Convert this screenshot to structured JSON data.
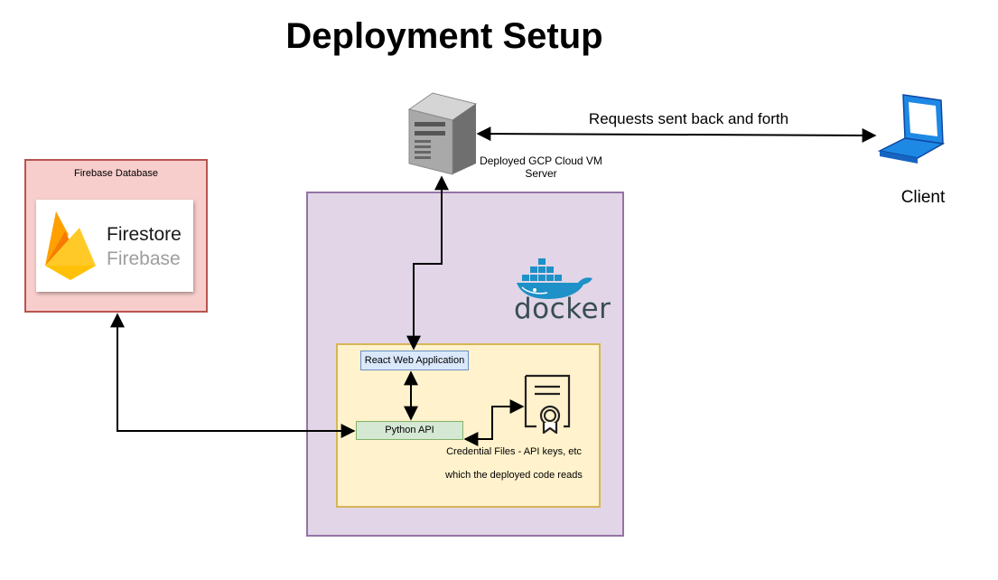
{
  "title": "Deployment Setup",
  "firebase": {
    "caption": "Firebase Database",
    "product": "Firestore",
    "brand": "Firebase"
  },
  "server": {
    "label_line1": "Deployed GCP Cloud VM",
    "label_line2": "Server"
  },
  "connection": {
    "label": "Requests sent back and forth"
  },
  "client": {
    "label": "Client"
  },
  "docker": {
    "wordmark": "docker"
  },
  "components": {
    "react": "React Web Application",
    "python": "Python API"
  },
  "credentials": {
    "line1": "Credential Files - API keys, etc",
    "line2": "which the deployed code reads"
  },
  "colors": {
    "firebase_fill": "#f8cecc",
    "firebase_stroke": "#b85450",
    "docker_fill": "#e1d5e7",
    "docker_stroke": "#9673a6",
    "inner_fill": "#fff2cc",
    "inner_stroke": "#d6b656",
    "react_fill": "#dae8fc",
    "python_fill": "#d5e8d4",
    "docker_blue": "#1d91c8",
    "client_blue": "#1e88e5"
  },
  "icons": [
    "server-icon",
    "laptop-icon",
    "docker-whale-icon",
    "firebase-flame-icon",
    "certificate-icon"
  ]
}
